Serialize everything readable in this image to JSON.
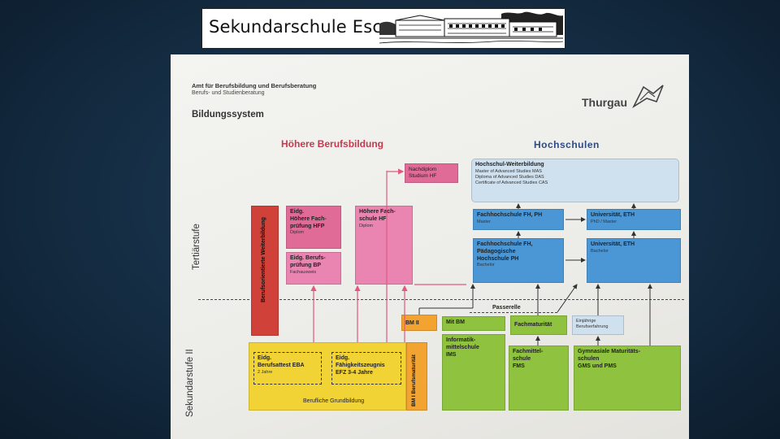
{
  "banner": {
    "title": "Sekundarschule Eschenz"
  },
  "doc": {
    "header_line1": "Amt für Berufsbildung und Berufsberatung",
    "header_line2": "Berufs- und Studienberatung",
    "title": "Bildungssystem",
    "brand": "Thurgau",
    "section_left": "Höhere Berufsbildung",
    "section_right": "Hochschulen",
    "level_tertiary": "Tertiärstufe",
    "level_secondary": "Sekundarstufe II",
    "passerelle": "Passerelle"
  },
  "boxes": {
    "nachdiplom": [
      "Nachdiplom",
      "Studium HF"
    ],
    "weiterbildung_vertical": "Berufsorientierte Weiterbildung",
    "hfp": {
      "title": [
        "Eidg.",
        "Höhere Fach-",
        "prüfung HFP"
      ],
      "sub": "Diplom"
    },
    "bp": {
      "title": [
        "Eidg. Berufs-",
        "prüfung BP"
      ],
      "sub": "Fachausweis"
    },
    "hf": {
      "title": [
        "Höhere Fach-",
        "schule HF"
      ],
      "sub": "Diplom"
    },
    "hs_weiterbildung": {
      "title": "Hochschul-Weiterbildung",
      "lines": [
        "Master of Advanced Studies MAS",
        "Diploma of Advanced Studies DAS",
        "Certificate of Advanced Studies CAS"
      ]
    },
    "fh_master": {
      "title": "Fachhochschule FH, PH",
      "sub": "Master"
    },
    "uni_master": {
      "title": "Universität, ETH",
      "sub": "PhD / Master"
    },
    "fh_bachelor": {
      "title": [
        "Fachhochschule FH,",
        "Pädagogische",
        "Hochschule PH"
      ],
      "sub": "Bachelor"
    },
    "uni_bachelor": {
      "title": "Universität, ETH",
      "sub": "Bachelor"
    },
    "bm2": "BM II",
    "mit_bm": "Mit BM",
    "fachmaturitaet": "Fachmaturität",
    "berufserfahrung": [
      "Einjährige",
      "Berufserfahrung"
    ],
    "ims": [
      "Informatik-",
      "mittelschule",
      "IMS"
    ],
    "fms": [
      "Fachmittel-",
      "schule",
      "FMS"
    ],
    "gms": [
      "Gymnasiale Maturitäts-",
      "schulen",
      "GMS und PMS"
    ],
    "eba": {
      "title": [
        "Eidg.",
        "Berufsattest EBA"
      ],
      "sub": "2 Jahre"
    },
    "efz": {
      "title": [
        "Eidg.",
        "Fähigkeitszeugnis",
        "EFZ 3-4 Jahre"
      ]
    },
    "bm1_vertical": "BM I Berufsmaturität",
    "grundbildung": "Berufliche Grundbildung"
  },
  "colors": {
    "red": "#d0413a",
    "pink": "#ea84b0",
    "pinkDark": "#e06b97",
    "blue": "#4b97d6",
    "lightBlue": "#cfe0ee",
    "orange": "#f3a32f",
    "green": "#8fc23f",
    "yellow": "#f2d335",
    "lightGreen": "#c8dfa8"
  }
}
